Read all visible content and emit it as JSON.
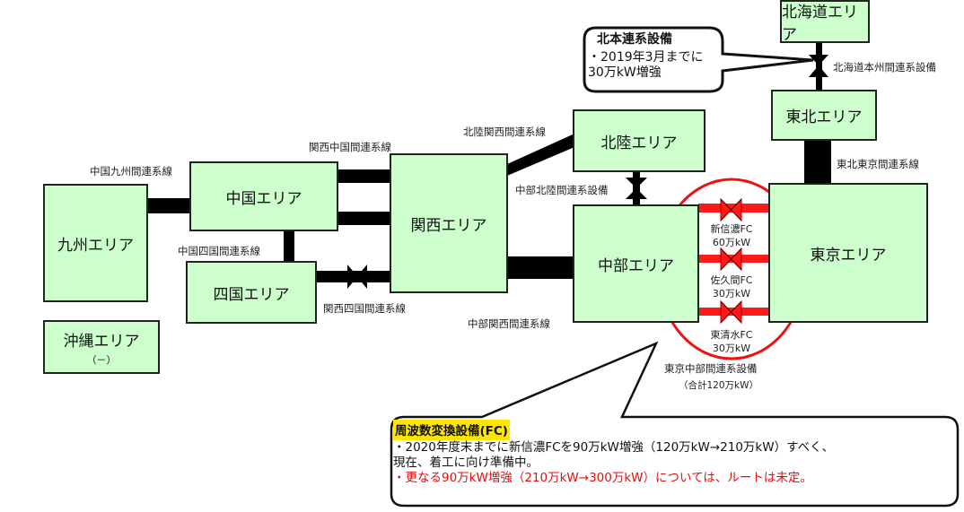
{
  "areas": {
    "hokkaido": "北海道エリア",
    "tohoku": "東北エリア",
    "hokuriku": "北陸エリア",
    "chubu": "中部エリア",
    "tokyo": "東京エリア",
    "kansai": "関西エリア",
    "chugoku": "中国エリア",
    "shikoku": "四国エリア",
    "kyushu": "九州エリア",
    "okinawa": "沖縄エリア",
    "okinawa_note": "（－）"
  },
  "links": {
    "chugoku_kyushu": "中国九州間連系線",
    "kansai_chugoku": "関西中国間連系線",
    "chugoku_shikoku": "中国四国間連系線",
    "kansai_shikoku": "関西四国間連系線",
    "hokuriku_kansai": "北陸関西間連系線",
    "chubu_hokuriku": "中部北陸間連系設備",
    "chubu_kansai": "中部関西間連系線",
    "tohoku_tokyo": "東北東京間連系線",
    "hokkaido_honshu": "北海道本州間連系設備",
    "tokyo_chubu": "東京中部間連系設備",
    "tokyo_chubu_total": "（合計120万kW）"
  },
  "fc_stations": [
    {
      "name": "新信濃FC",
      "capacity": "60万kW"
    },
    {
      "name": "佐久間FC",
      "capacity": "30万kW"
    },
    {
      "name": "東清水FC",
      "capacity": "30万kW"
    }
  ],
  "callout_hokuhon": {
    "title": "北本連系設備",
    "line1": "・2019年3月までに",
    "line2": "30万kW増強"
  },
  "callout_fc": {
    "title": "周波数変換設備(FC)",
    "line1": "・2020年度末までに新信濃FCを90万kW増強（120万kW→210万kW）すべく、",
    "line2": "現在、着工に向け準備中。",
    "line3": "・更なる90万kW増強（210万kW→300万kW）については、ルートは未定。"
  },
  "colors": {
    "area_fill": "#ccffcc",
    "fc_red": "#ff1a1a",
    "highlight": "#ffe600"
  }
}
